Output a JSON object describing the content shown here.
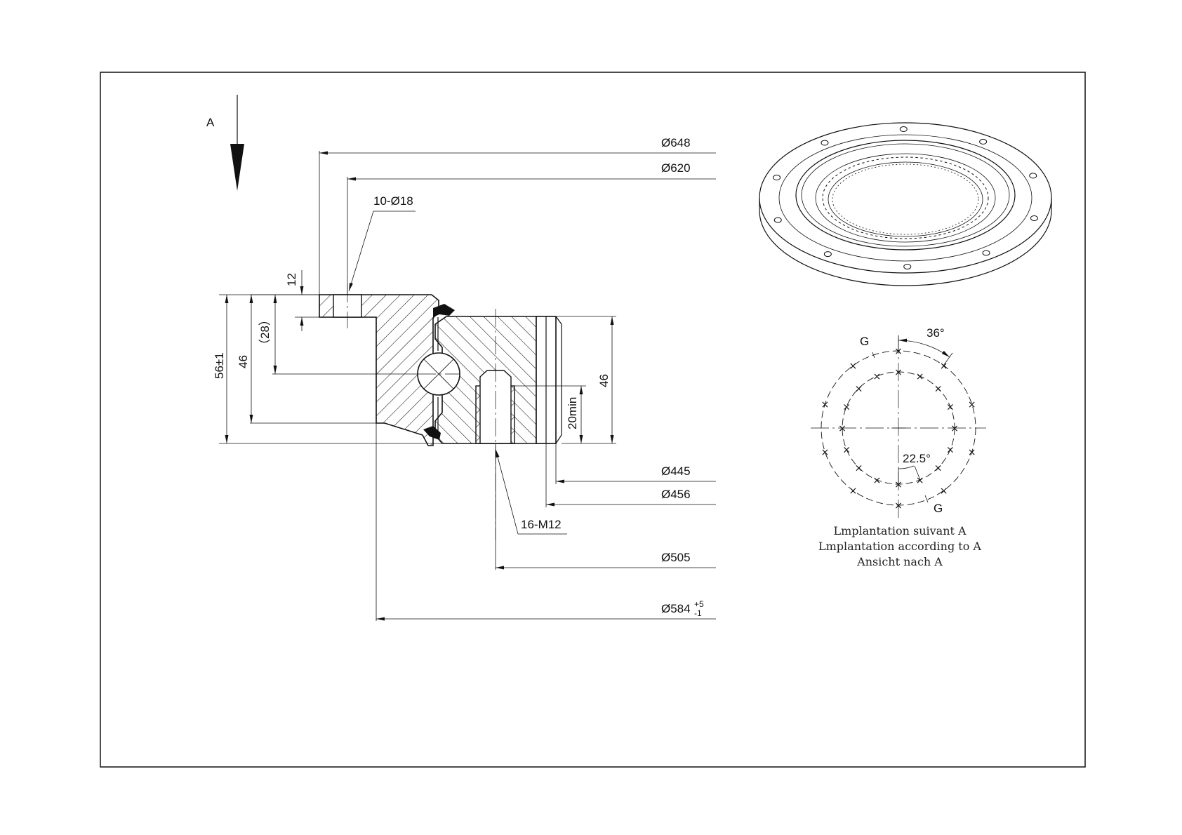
{
  "view_label": "A",
  "dimensions": {
    "d648": "Ø648",
    "d620": "Ø620",
    "holes": "10-Ø18",
    "h12": "12",
    "h28": "（28）",
    "h56": "56±1",
    "h46_left": "46",
    "h46_right": "46",
    "h20min": "20min",
    "d445": "Ø445",
    "d456": "Ø456",
    "threads": "16-M12",
    "d505": "Ø505",
    "d584": "Ø584",
    "tol_upper": "+5",
    "tol_lower": "-1"
  },
  "layout_view": {
    "label_g_top": "G",
    "label_g_bottom": "G",
    "angle_36": "36°",
    "angle_22": "22.5°",
    "caption_fr": "Lmplantation suivant A",
    "caption_en": "Lmplantation according to A",
    "caption_de": "Ansicht nach A"
  }
}
